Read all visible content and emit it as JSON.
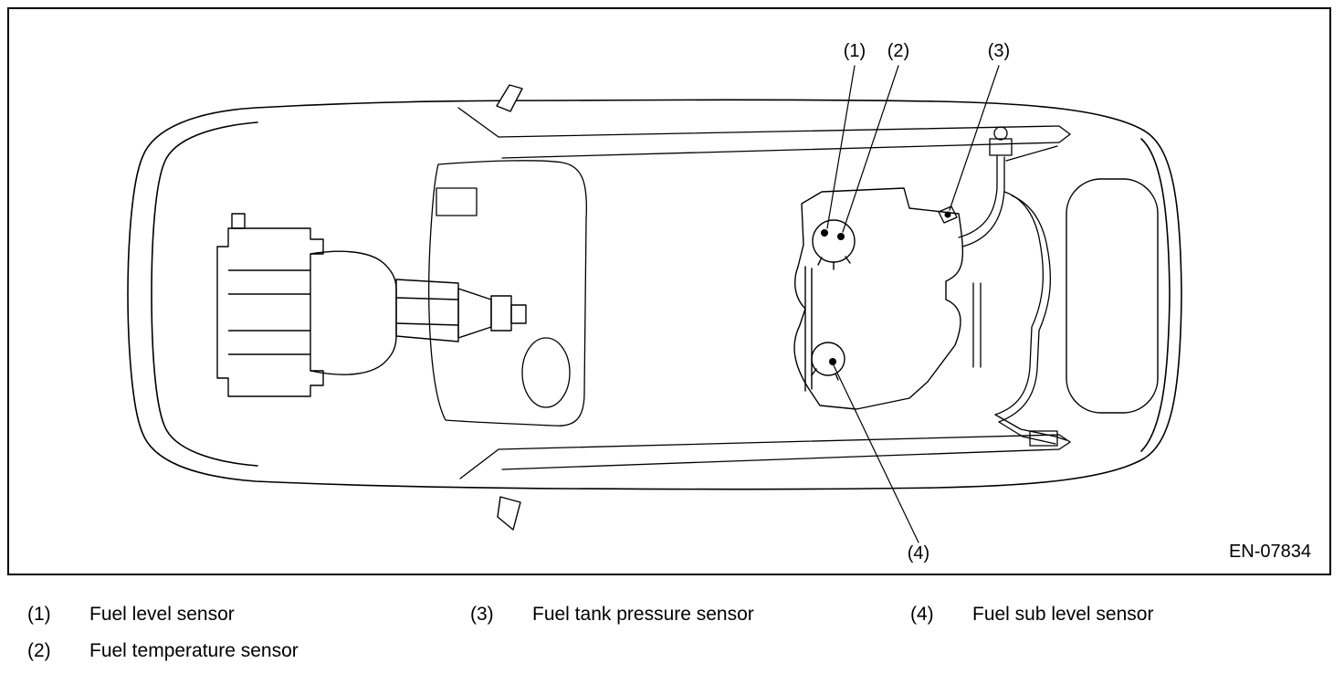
{
  "figure": {
    "code": "EN-07834",
    "callouts": [
      {
        "id": "(1)"
      },
      {
        "id": "(2)"
      },
      {
        "id": "(3)"
      },
      {
        "id": "(4)"
      }
    ]
  },
  "legend": {
    "items": [
      {
        "num": "(1)",
        "label": "Fuel level sensor"
      },
      {
        "num": "(2)",
        "label": "Fuel temperature sensor"
      },
      {
        "num": "(3)",
        "label": "Fuel tank pressure sensor"
      },
      {
        "num": "(4)",
        "label": "Fuel sub level sensor"
      }
    ]
  }
}
